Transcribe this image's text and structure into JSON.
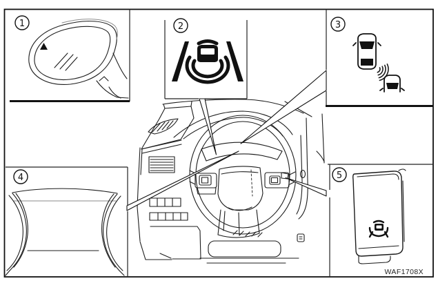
{
  "figure": {
    "background": "#ffffff",
    "line_color": "#1b1b1b",
    "code": "WAF1708X",
    "callouts": [
      {
        "number": "1",
        "icon": "door-mirror-warning-indicator-illustration"
      },
      {
        "number": "2",
        "icon": "bsw-warning-display-icon"
      },
      {
        "number": "3",
        "icon": "side-radar-detection-icon"
      },
      {
        "number": "4",
        "icon": "windshield-illustration"
      },
      {
        "number": "5",
        "icon": "bsw-system-switch-illustration"
      }
    ]
  }
}
